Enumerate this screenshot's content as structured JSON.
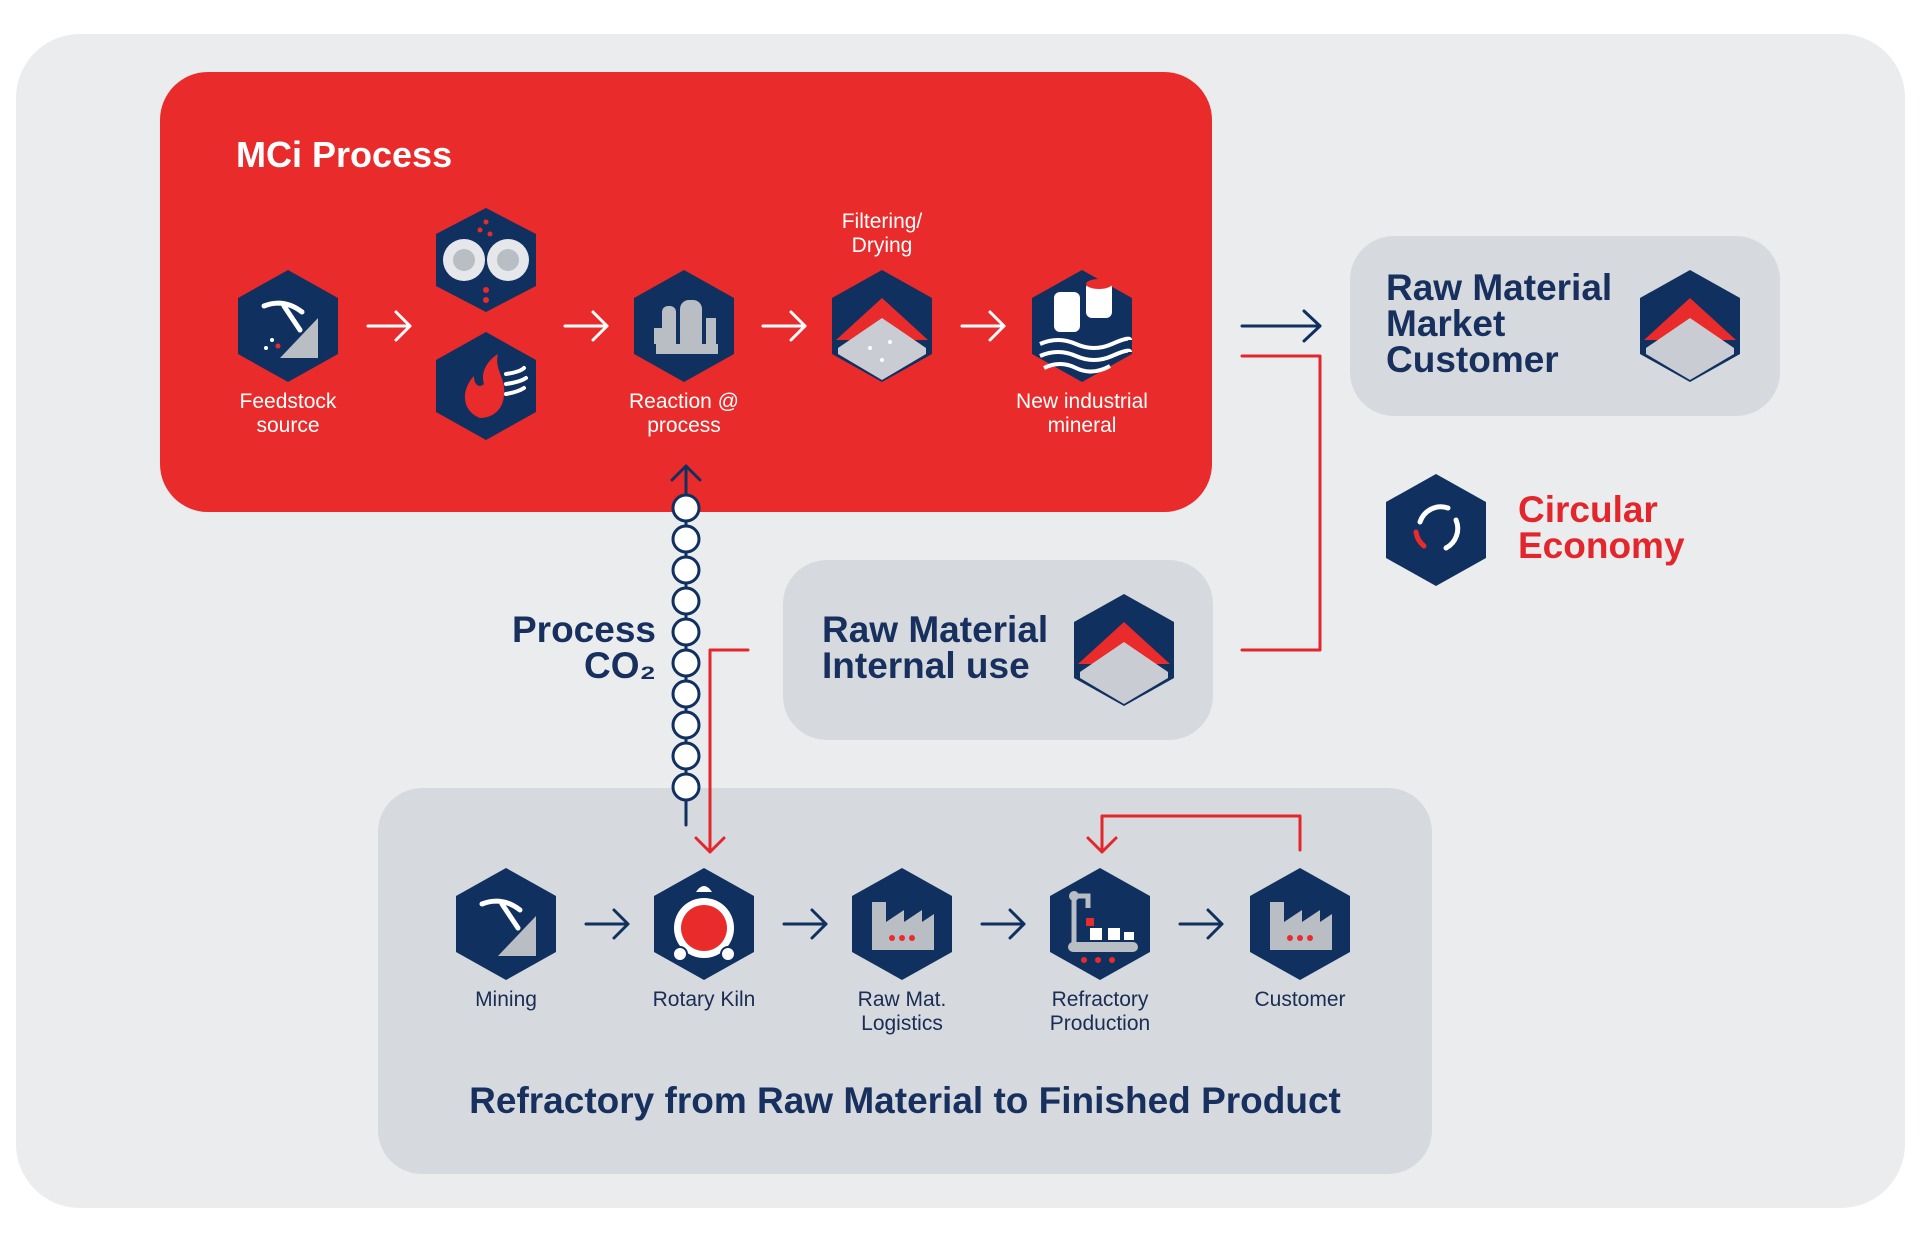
{
  "mci_process": {
    "title": "MCi Process",
    "steps": {
      "feedstock": "Feedstock\nsource",
      "reaction": "Reaction @\nprocess",
      "filtering": "Filtering/\nDrying",
      "new_mineral": "New industrial\nmineral"
    }
  },
  "raw_material_market": {
    "label": "Raw Material\nMarket\nCustomer"
  },
  "circular_economy": {
    "label": "Circular\nEconomy"
  },
  "process_co2": {
    "label": "Process\nCO₂"
  },
  "raw_material_internal": {
    "label": "Raw Material\nInternal use"
  },
  "refractory": {
    "title": "Refractory from Raw Material to Finished Product",
    "steps": {
      "mining": "Mining",
      "rotary_kiln": "Rotary Kiln",
      "logistics": "Raw Mat.\nLogistics",
      "production": "Refractory\nProduction",
      "customer": "Customer"
    }
  },
  "colors": {
    "navy": "#10305f",
    "red": "#ea2b2b",
    "grey_panel": "#d6d9de",
    "background": "#ebecee"
  },
  "icons": [
    "pickaxe-icon",
    "grinder-icon",
    "flame-icon",
    "reactor-icon",
    "mineral-pile-icon",
    "rolls-icon",
    "circular-arrows-icon",
    "kiln-icon",
    "factory-icon",
    "production-line-icon"
  ]
}
